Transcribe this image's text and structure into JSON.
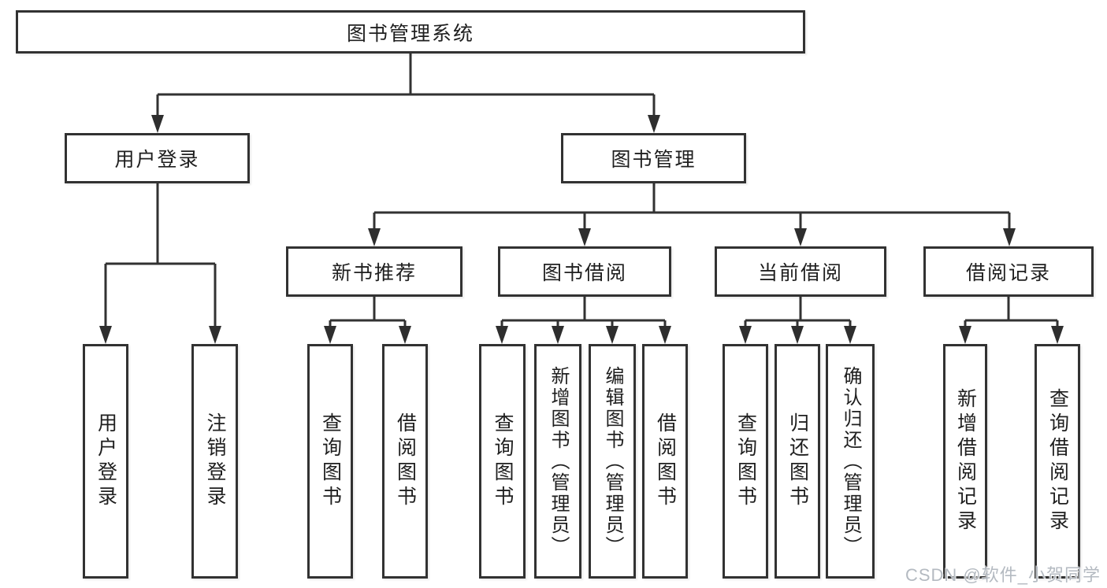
{
  "diagram": {
    "root": {
      "label": "图书管理系统"
    },
    "level2": [
      {
        "label": "用户登录"
      },
      {
        "label": "图书管理"
      }
    ],
    "level3": [
      {
        "label": "新书推荐"
      },
      {
        "label": "图书借阅"
      },
      {
        "label": "当前借阅"
      },
      {
        "label": "借阅记录"
      }
    ],
    "leaves": [
      {
        "parent": "用户登录",
        "label": "用户登录"
      },
      {
        "parent": "用户登录",
        "label": "注销登录"
      },
      {
        "parent": "新书推荐",
        "label": "查询图书"
      },
      {
        "parent": "新书推荐",
        "label": "借阅图书"
      },
      {
        "parent": "图书借阅",
        "label": "查询图书"
      },
      {
        "parent": "图书借阅",
        "label": "新增图书（管理员）"
      },
      {
        "parent": "图书借阅",
        "label": "编辑图书（管理员）"
      },
      {
        "parent": "图书借阅",
        "label": "借阅图书"
      },
      {
        "parent": "当前借阅",
        "label": "查询图书"
      },
      {
        "parent": "当前借阅",
        "label": "归还图书"
      },
      {
        "parent": "当前借阅",
        "label": "确认归还（管理员）"
      },
      {
        "parent": "借阅记录",
        "label": "新增借阅记录"
      },
      {
        "parent": "借阅记录",
        "label": "查询借阅记录"
      }
    ],
    "watermark": "CSDN @软件_小贺同学",
    "colors": {
      "line": "#323232",
      "box_border": "#323232",
      "box_fill": "#ffffff",
      "text": "#1f1f1f",
      "watermark": "#b4bac1",
      "background": "#ffffff"
    }
  }
}
